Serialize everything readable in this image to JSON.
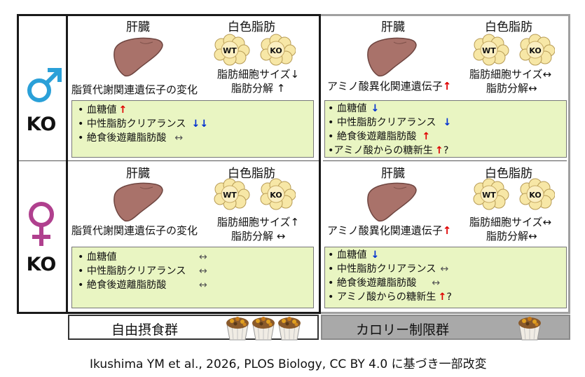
{
  "colors": {
    "frame_dark": "#1a1a1a",
    "frame_gray": "#a0a0a0",
    "green_box": "#e9f5c2",
    "male_symbol": "#2aa0d8",
    "female_symbol": "#b0408e",
    "liver": "#a9726a",
    "fat_cell": "#f7e7a6",
    "arrow_up": "#e00000",
    "arrow_down": "#0030d0"
  },
  "rows": {
    "male": {
      "symbol": "♂",
      "label": "KO"
    },
    "female": {
      "symbol": "♀",
      "label": "KO"
    }
  },
  "panels": {
    "male_free": {
      "liver_title": "肝臓",
      "fat_title": "白色脂肪",
      "wt": "WT",
      "ko": "KO",
      "liver_text": "脂質代謝関連遺伝子の変化",
      "fat_line1": "脂肪細胞サイズ↓",
      "fat_line2": "脂肪分解 ↑",
      "items": [
        {
          "text": "• 血糖値",
          "arrow": "↑"
        },
        {
          "text": "• 中性脂肪クリアランス",
          "arrow": "↓↓"
        },
        {
          "text": "• 絶食後遊離脂肪酸",
          "arrow": "↔"
        }
      ]
    },
    "male_cr": {
      "liver_title": "肝臓",
      "fat_title": "白色脂肪",
      "wt": "WT",
      "ko": "KO",
      "liver_text": "アミノ酸異化関連遺伝子",
      "liver_arrow": "↑",
      "fat_line1": "脂肪細胞サイズ↔",
      "fat_line2": "脂肪分解↔",
      "items": [
        {
          "text": "• 血糖値",
          "arrow": "↓"
        },
        {
          "text": "• 中性脂肪クリアランス",
          "arrow": "↓"
        },
        {
          "text": "• 絶食後遊離脂肪酸",
          "arrow": "↑"
        },
        {
          "text": "•アミノ酸からの糖新生",
          "arrow": "↑",
          "suffix": "?"
        }
      ]
    },
    "female_free": {
      "liver_title": "肝臓",
      "fat_title": "白色脂肪",
      "wt": "WT",
      "ko": "KO",
      "liver_text": "脂質代謝関連遺伝子の変化",
      "fat_line1": "脂肪細胞サイズ↑",
      "fat_line2": "脂肪分解 ↔",
      "items": [
        {
          "text": "• 血糖値",
          "arrow": "↔"
        },
        {
          "text": "• 中性脂肪クリアランス",
          "arrow": "↔"
        },
        {
          "text": "• 絶食後遊離脂肪酸",
          "arrow": "↔"
        }
      ]
    },
    "female_cr": {
      "liver_title": "肝臓",
      "fat_title": "白色脂肪",
      "wt": "WT",
      "ko": "KO",
      "liver_text": "アミノ酸異化関連遺伝子",
      "liver_arrow": "↑",
      "fat_line1": "脂肪細胞サイズ↔",
      "fat_line2": "脂肪分解↔",
      "items": [
        {
          "text": "• 血糖値",
          "arrow": "↓"
        },
        {
          "text": "• 中性脂肪クリアランス",
          "arrow": "↔"
        },
        {
          "text": "• 絶食後遊離脂肪酸",
          "arrow": "↔"
        },
        {
          "text": "• アミノ酸からの糖新生",
          "arrow": "↑",
          "suffix": "?"
        }
      ]
    }
  },
  "footer": {
    "free_label": "自由摂食群",
    "cr_label": "カロリー制限群",
    "free_food_icons": [
      "food-icon",
      "food-icon",
      "food-icon"
    ],
    "cr_food_icons": [
      "food-icon"
    ]
  },
  "credit": "Ikushima YM et al., 2026, PLOS Biology, CC BY 4.0 に基づき一部改変"
}
